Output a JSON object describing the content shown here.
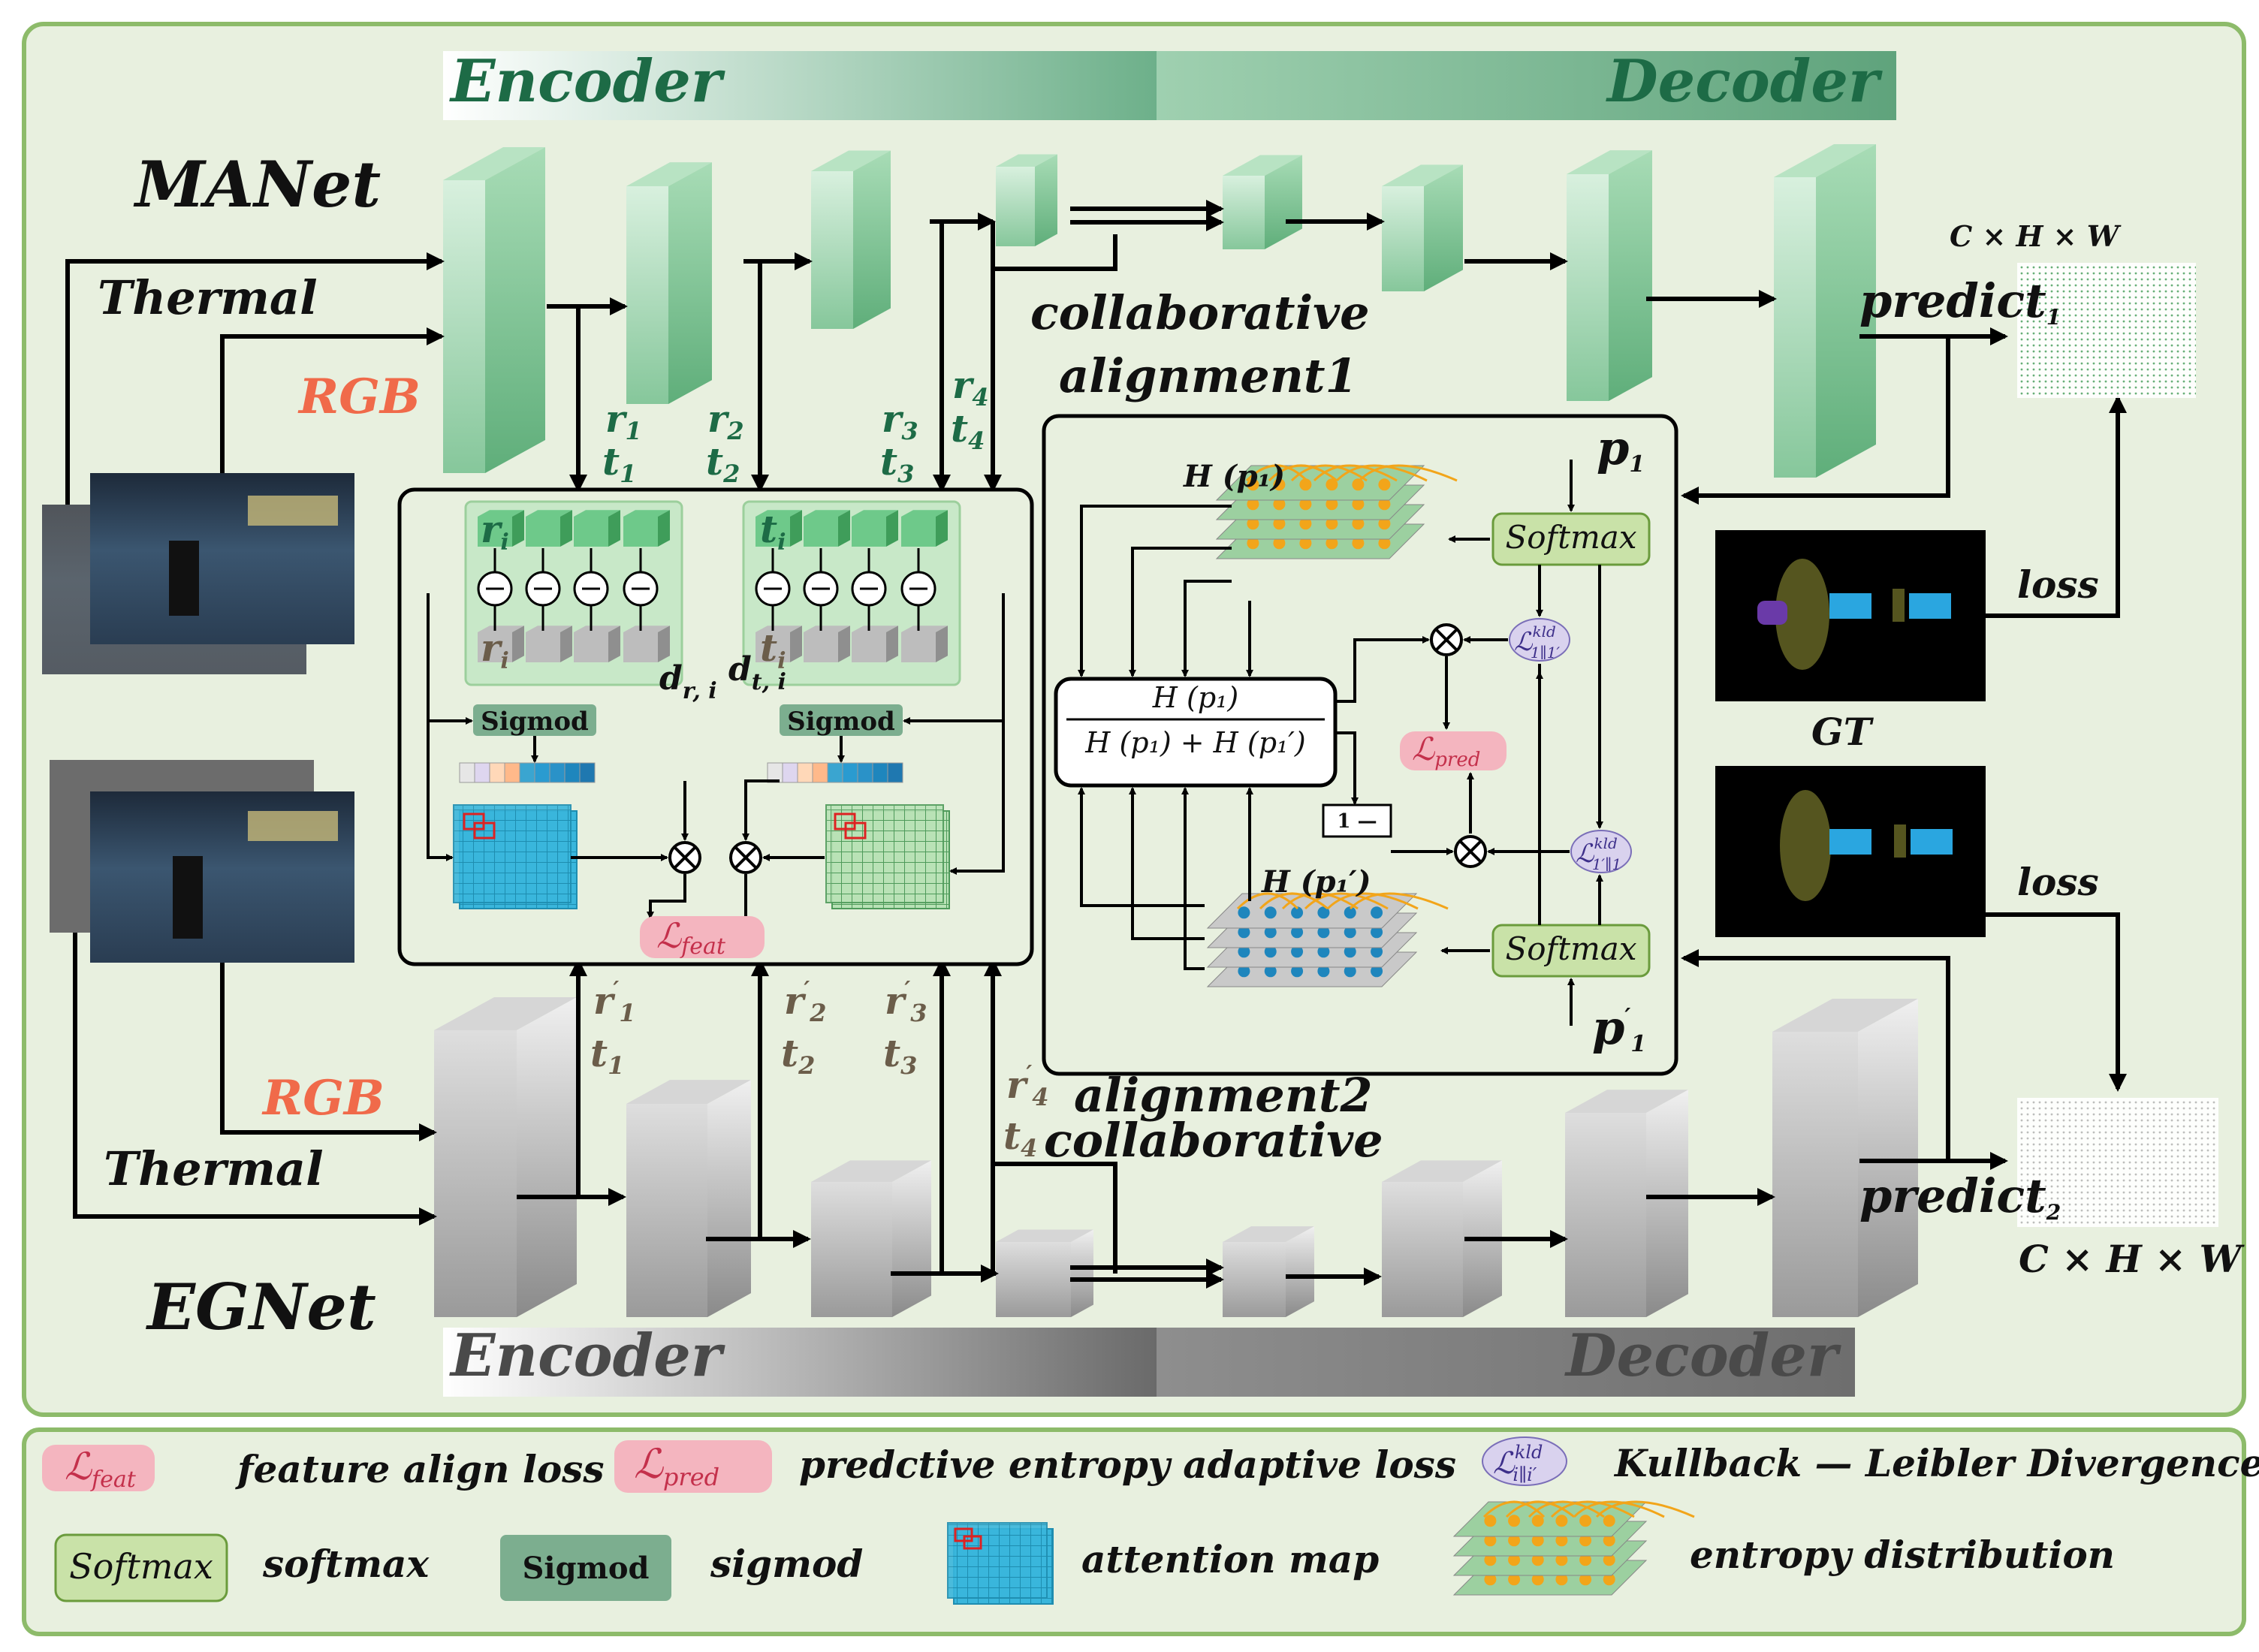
{
  "nets": {
    "top": "MANet",
    "bottom": "EGNet"
  },
  "bars": {
    "encoder": "Encoder",
    "decoder": "Decoder"
  },
  "inputs": {
    "thermal": "Thermal",
    "rgb": "RGB"
  },
  "collab": {
    "top_line1": "collaborative",
    "top_line2": "alignment1",
    "bottom_line1": "alignment2",
    "bottom_line2": "collaborative"
  },
  "symbols": {
    "r1": "r",
    "t1": "t",
    "sub1": "1",
    "sub2": "2",
    "sub3": "3",
    "sub4": "4",
    "ri": "r",
    "ti": "t",
    "sub_i": "i",
    "dri": "d",
    "dri_sub": "r, i",
    "dti": "d",
    "dti_sub": "t, i",
    "sigmod": "Sigmod",
    "lfeat": "ℒ",
    "lfeat_sub": "feat",
    "lpred": "ℒ",
    "lpred_sub": "pred",
    "softmax": "Softmax",
    "hp1": "H (p₁)",
    "hp1p": "H (p₁′)",
    "frac_num": "H (p₁)",
    "frac_den": "H (p₁) + H (p₁′)",
    "one_minus": "1 —",
    "p1": "p₁",
    "p1p": "p₁′",
    "kld": "ℒ",
    "kld_sup": "kld",
    "kld_sub_a": "1∥1′",
    "kld_sub_b": "1′∥1",
    "kld_sub_legend": "i∥i′"
  },
  "outputs": {
    "cxhxw": "C × H × W",
    "predict1": "predict",
    "predict1_sub": "1",
    "predict2": "predict",
    "predict2_sub": "2",
    "gt": "GT",
    "loss": "loss"
  },
  "legend": {
    "feat": "feature align loss",
    "pred": "predctive entropy adaptive loss",
    "kld": "Kullback — Leibler Divergence",
    "softmax_box": "Softmax",
    "softmax": "softmax",
    "sigmod_box": "Sigmod",
    "sigmod": "sigmod",
    "attn": "attention map",
    "entropy": "entropy distribution"
  },
  "colors": {
    "bg": "#e8f0df",
    "frame": "#8dbb6a",
    "green_block": "#8fcfa5",
    "gray_block": "#b9b9b9",
    "encoder_bar": "#6db08a",
    "decoder_bar": "#666666",
    "rgb_text": "#f06a4a",
    "loss_pill": "#f4b5bf",
    "softmax_box": "#c9e2a8",
    "sigmod_box": "#7cae8f"
  }
}
